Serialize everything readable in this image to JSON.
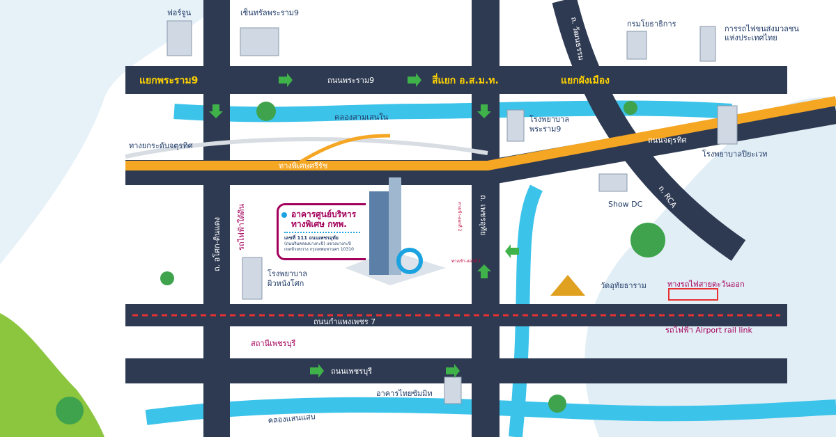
{
  "title_card": {
    "name_line1": "อาคารศูนย์บริหาร",
    "name_line2": "ทางพิเศษ กทพ.",
    "address_line1": "เลขที่ 111 ถนนเพชรอุทัย",
    "address_line2": "(ถนนริมคลองบางกะปิ) แขวงบางกะปิ",
    "address_line3": "เขตห้วยขวาง กรุงเทพมหานคร 10310"
  },
  "roads": {
    "rama9": "ถนนพระราม9",
    "jaturathit": "ถนนจตุรทิศ",
    "kamphaeng": "ถนนกำแพงเพชร 7",
    "phetchaburi": "ถนนเพชรบุรี",
    "asok": "ถ. อโศก-ดินแดง",
    "phetuthai": "ถ. เพชรอุทัย",
    "watthanatham": "ถ. วัฒนธรรม",
    "rca": "ถ. RCA",
    "expressway": "ทางพิเศษศรีรัช",
    "elevated": "ทางยกระดับจตุรทิศ"
  },
  "intersections": {
    "rama9": "แยกพระราม9",
    "osmt": "สี่แยก อ.ส.ม.ท.",
    "phangmueang": "แยกผังเมือง"
  },
  "entrances": {
    "one": "ทางเข้า-ออกที่ 1",
    "two": "ทางเข้า-ออกที่ 2"
  },
  "canals": {
    "samsen": "คลองสามเสนใน",
    "saensaep": "คลองแสนแสบ"
  },
  "landmarks": {
    "fortune": "ฟอร์จูน",
    "central": "เซ็นทรัลพระราม9",
    "dpw": "กรมโยธาธิการ",
    "mrta": "การรถไฟขนส่งมวลชน",
    "mrta2": "แห่งประเทศไทย",
    "rama9_hosp": "โรงพยาบาล",
    "rama9_hosp2": "พระราม9",
    "piyavate": "โรงพยาบาลปิยะเวท",
    "showdc": "Show DC",
    "skin_hosp": "โรงพยาบาล",
    "skin_hosp2": "ผิวหนังโศก",
    "wat": "วัดอุทัยธาราม",
    "east_rail": "ทางรถไฟสายตะวันออก",
    "mrt": "รถไฟฟ้าใต้ดิน",
    "airport": "รถไฟฟ้า Airport rail link",
    "petchaburi_st": "สถานีเพชรบุรี",
    "thai_summit": "อาคารไทยซัมมิท"
  },
  "colors": {
    "road": "#2e3a52",
    "water": "#3cc3ea",
    "expressway": "#f5a623",
    "accent": "#a3005b",
    "arrow": "#3fb24a"
  }
}
